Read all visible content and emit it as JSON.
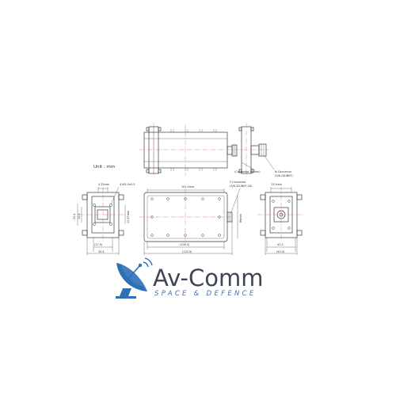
{
  "unit_label": "Unit : mm",
  "brand": {
    "name": "Av-Comm",
    "tagline": "SPACE & DEFENCE",
    "colors": {
      "text": "#3f4555",
      "accent": "#4a6fb0",
      "dish": "#2f6fb5"
    }
  },
  "top_view": {
    "callouts": {
      "connector_option": "(Connector Option)",
      "n_connector": "N-Connector",
      "n_connector_spec": "(5/8-24UNEF)"
    }
  },
  "left_view": {
    "dims": {
      "top_a": "4.32mm",
      "hole_spec": "4-M3.0x0.3",
      "left_outer": "22.4",
      "left_inner": "15.8",
      "right_side": "10.67mm",
      "bottom_inner": "(17.9)",
      "bottom_outer": "33.4"
    }
  },
  "front_view": {
    "dims": {
      "top": "101.0mm",
      "right": "86mm",
      "bottom_inner": "(105.5)",
      "bottom_outer": "(120.5)"
    },
    "callouts": {
      "f_connector": "F-Connector",
      "f_connector_spec": "(3/8-32UNEF-2A)"
    }
  },
  "right_view": {
    "dims": {
      "top": "13.5mm",
      "bottom_inner": "41.0",
      "bottom_outer": "(45.0)"
    }
  }
}
